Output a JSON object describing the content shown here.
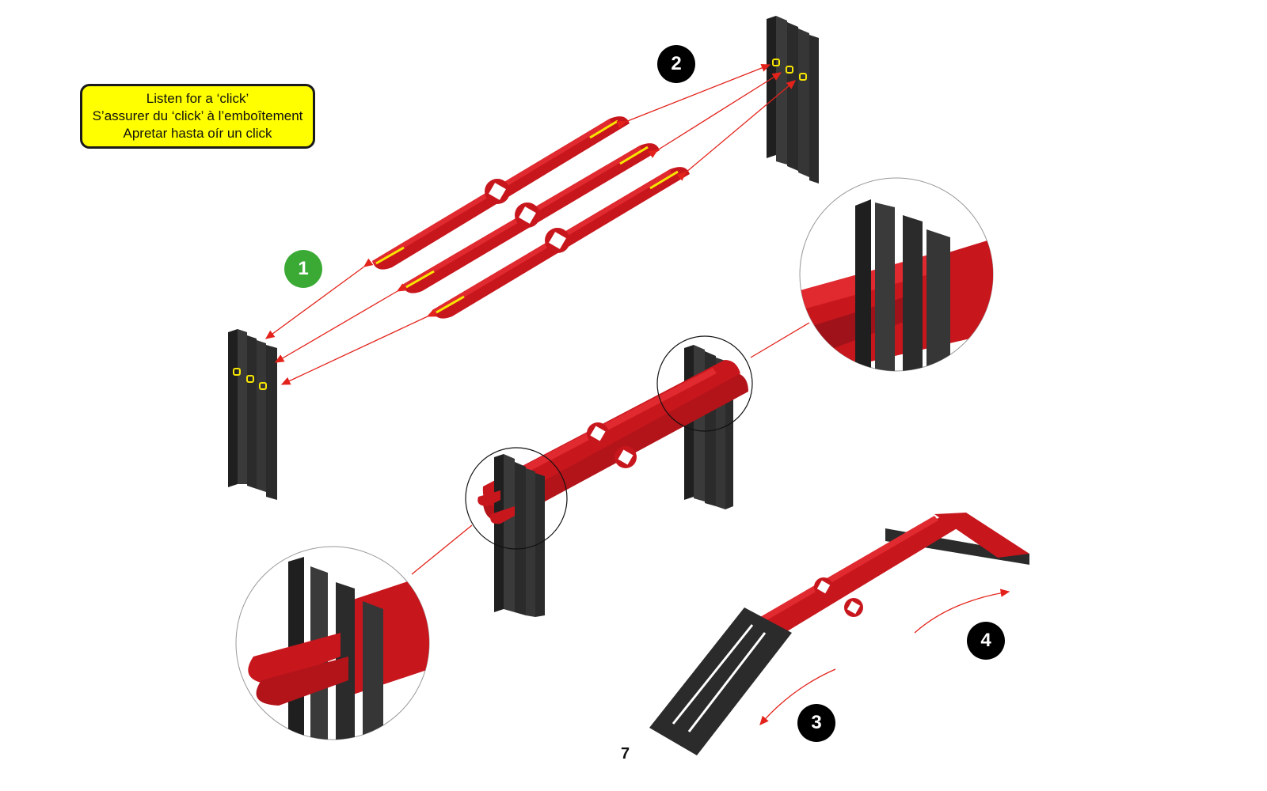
{
  "callout": {
    "lines": [
      "Listen for a ‘click’",
      "S’assurer du ‘click’ à l’emboîtement",
      "Apretar hasta oír un click"
    ],
    "background": "#ffff00"
  },
  "steps": [
    {
      "label": "1",
      "color": "#3aaa35"
    },
    {
      "label": "2",
      "color": "#000000"
    },
    {
      "label": "3",
      "color": "#000000"
    },
    {
      "label": "4",
      "color": "#000000"
    }
  ],
  "page_number": "7",
  "colors": {
    "red_part": "#c8161d",
    "red_dark": "#8e0f12",
    "black_part": "#2b2b2b",
    "highlight": "#f7e600",
    "arrow": "#e3231b"
  }
}
